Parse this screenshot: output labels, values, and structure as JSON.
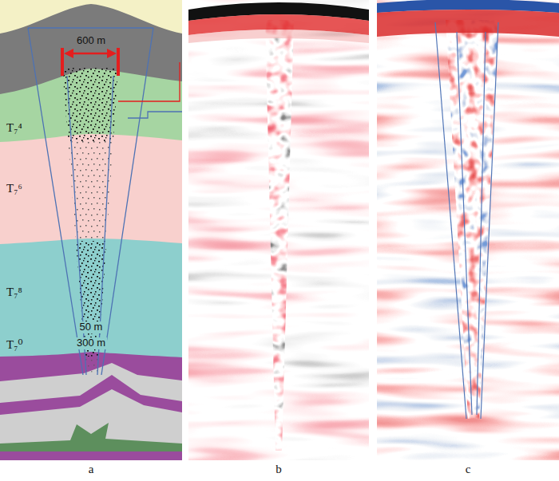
{
  "diagram": {
    "labels": [
      "600 m",
      "T₇⁴",
      "T₇⁶",
      "T₇⁸",
      "50 m",
      "300 m",
      "T₇⁰",
      "a",
      "b",
      "c"
    ]
  }
}
